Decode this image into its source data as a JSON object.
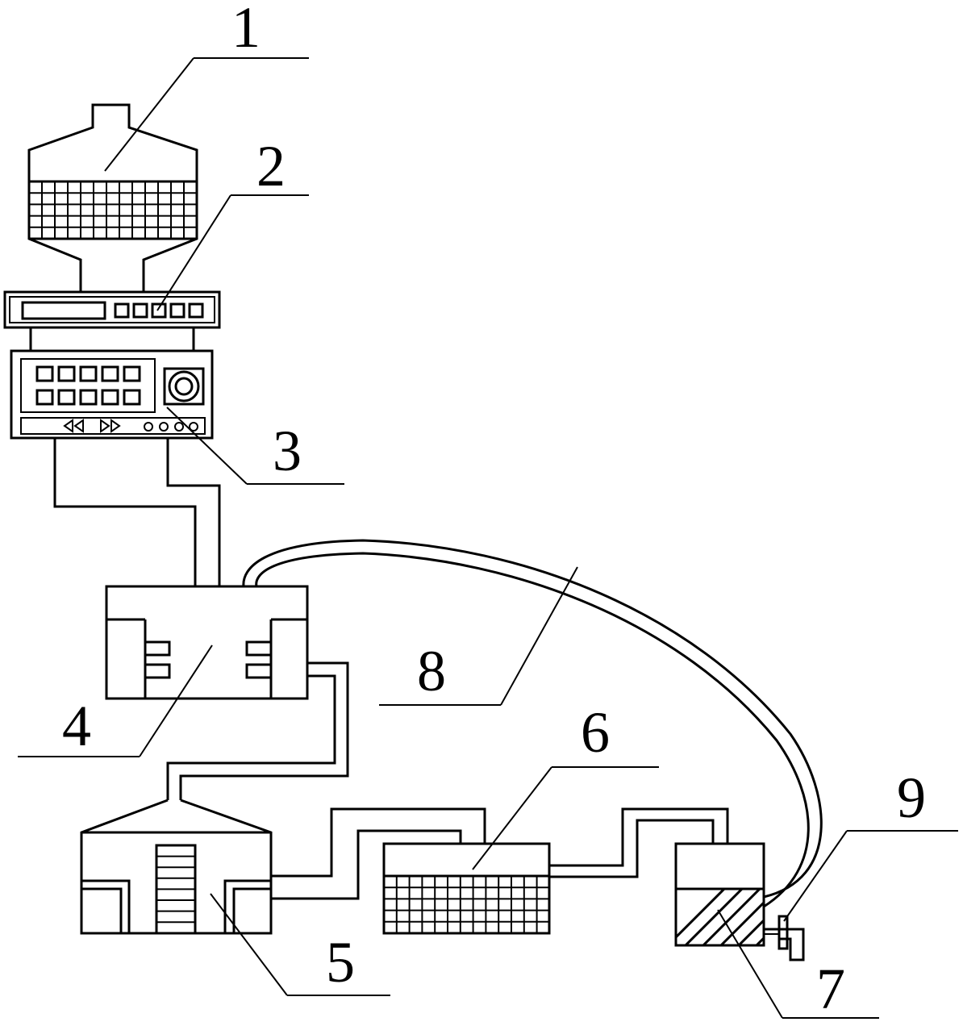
{
  "diagram": {
    "labels": [
      {
        "id": "1",
        "text": "1"
      },
      {
        "id": "2",
        "text": "2"
      },
      {
        "id": "3",
        "text": "3"
      },
      {
        "id": "4",
        "text": "4"
      },
      {
        "id": "5",
        "text": "5"
      },
      {
        "id": "6",
        "text": "6"
      },
      {
        "id": "7",
        "text": "7"
      },
      {
        "id": "8",
        "text": "8"
      },
      {
        "id": "9",
        "text": "9"
      }
    ],
    "colors": {
      "line": "#000000",
      "background": "#ffffff"
    }
  }
}
